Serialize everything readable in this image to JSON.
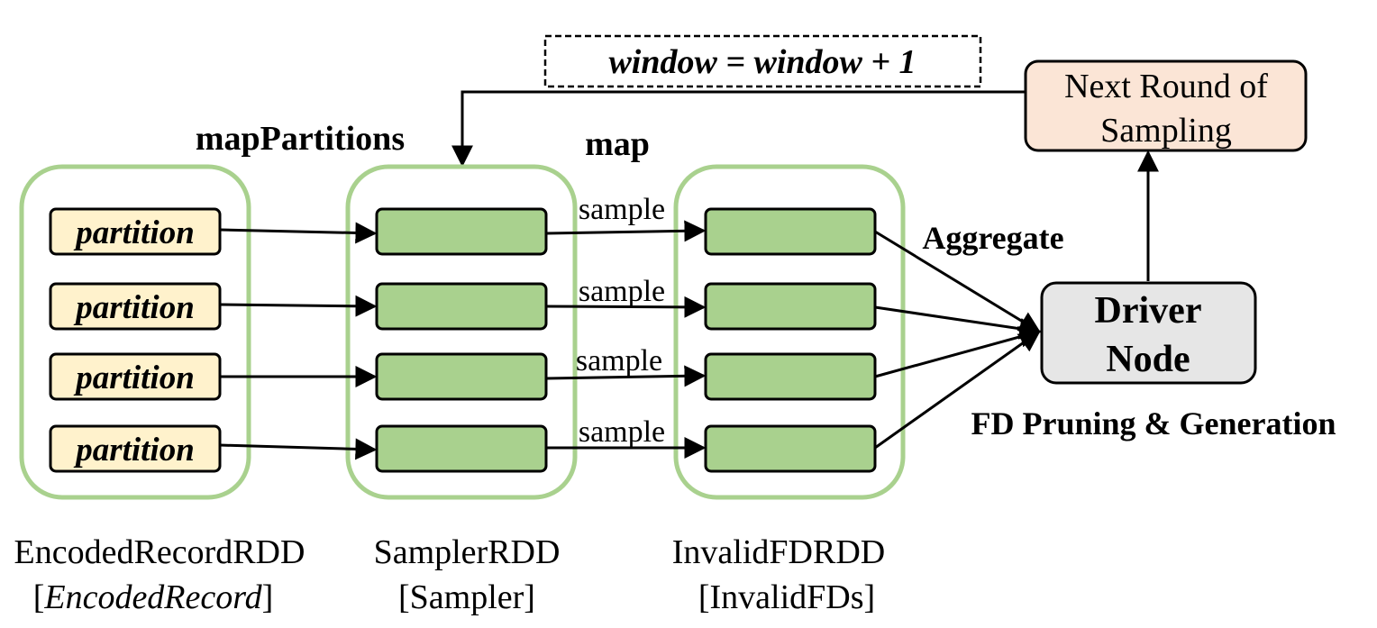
{
  "loop": {
    "window_update": "window = window + 1",
    "next_round_line1": "Next Round of",
    "next_round_line2": "Sampling"
  },
  "operations": {
    "map_partitions": "mapPartitions",
    "map": "map",
    "aggregate": "Aggregate",
    "fd_pruning": "FD Pruning & Generation"
  },
  "stages": {
    "encoded": {
      "partition_label": "partition",
      "rdd_name": "EncodedRecordRDD",
      "type_open": "[",
      "type_name": "EncodedRecord",
      "type_close": "]"
    },
    "sampler": {
      "rdd_name": "SamplerRDD",
      "type_label": "[Sampler]"
    },
    "invalid": {
      "rdd_name": "InvalidFDRDD",
      "type_label": "[InvalidFDs]"
    }
  },
  "edges": {
    "sample_labels": [
      "sample",
      "sample",
      "sample",
      "sample"
    ]
  },
  "driver": {
    "line1": "Driver",
    "line2": "Node"
  },
  "colors": {
    "rdd_border": "#a9d18e",
    "task_fill": "#a9d18e",
    "partition_fill": "#fff2cc",
    "next_round_fill": "#fbe5d6",
    "driver_fill": "#e6e6e6",
    "stroke": "#000000"
  }
}
